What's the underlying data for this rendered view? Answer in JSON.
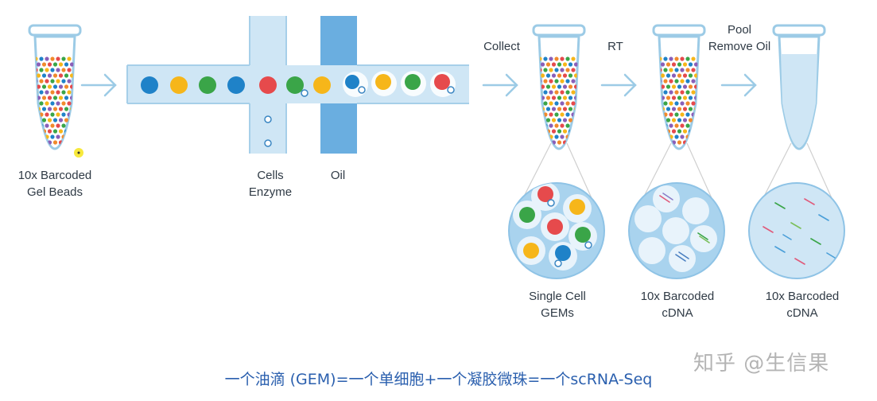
{
  "labels": {
    "gel_beads": [
      "10x Barcoded",
      "Gel Beads"
    ],
    "cells_enzyme": [
      "Cells",
      "Enzyme"
    ],
    "oil": "Oil",
    "collect": "Collect",
    "rt": "RT",
    "pool_remove_oil": [
      "Pool",
      "Remove Oil"
    ],
    "single_cell_gems": [
      "Single Cell",
      "GEMs"
    ],
    "barcoded_cdna_1": [
      "10x Barcoded",
      "cDNA"
    ],
    "barcoded_cdna_2": [
      "10x Barcoded",
      "cDNA"
    ]
  },
  "caption": "一个油滴 (GEM)=一个单细胞+一个凝胶微珠=一个scRNA-Seq",
  "watermark": "知乎 @生信果",
  "colors": {
    "bead_blue": "#1f82c8",
    "bead_yellow": "#f6b61a",
    "bead_green": "#3aa548",
    "bead_red": "#e64a4c",
    "channel": "#cfe6f5",
    "channel_edge": "#a6cfe9",
    "oil": "#6aaee0",
    "arrow": "#9ccbe6",
    "caption": "#2a5fae"
  }
}
